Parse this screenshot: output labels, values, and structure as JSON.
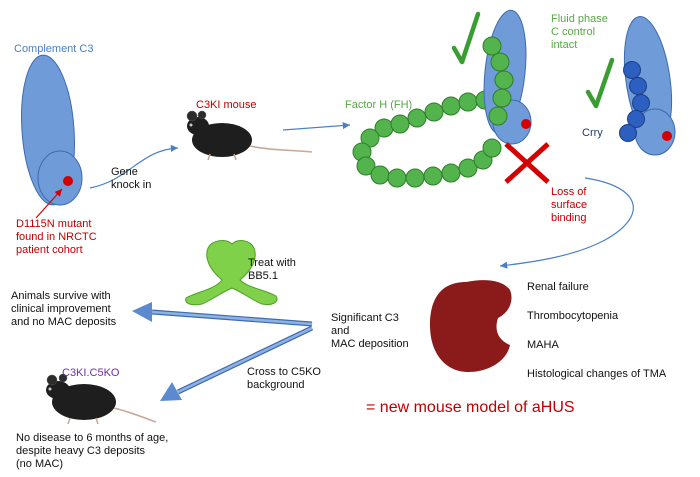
{
  "colors": {
    "c3_protein": "#6f9bd8",
    "c3_outline": "#3d6bb0",
    "mutation_dot": "#d40000",
    "factor_h_bead": "#53b34c",
    "crry_bead": "#2d5fc0",
    "kidney": "#8b1a1a",
    "cross_mark": "#d40000",
    "check_mark": "#3a9d32",
    "antibody": "#7fd14a",
    "label_blue": "#4a80c4",
    "label_red": "#c00000",
    "label_green": "#56a845",
    "label_purple": "#7030a0"
  },
  "icons": [
    "mouse-image",
    "kidney-shape",
    "antibody-shape",
    "check-mark-icon",
    "cross-mark-icon"
  ],
  "labels": {
    "complement_c3": "Complement C3",
    "d1115n": "D1115N mutant\nfound in NRCTC\npatient cohort",
    "gene_knock_in": "Gene\nknock in",
    "c3ki_mouse": "C3KI mouse",
    "factor_h": "Factor H (FH)",
    "fluid_phase": "Fluid phase\nC control\nintact",
    "crry": "Crry",
    "loss_binding": "Loss of\nsurface\nbinding",
    "treat_bb51": "Treat with\nBB5.1",
    "animals_survive": "Animals survive with\nclinical improvement\nand no MAC deposits",
    "significant_c3": "Significant C3\nand\nMAC deposition",
    "renal_failure": "Renal failure",
    "thrombocytopenia": "Thrombocytopenia",
    "maha": "MAHA",
    "histological": "Histological changes of TMA",
    "c3ki_c5ko": "C3KI.C5KO",
    "cross_c5ko": "Cross to C5KO\nbackground",
    "no_disease": "No disease to 6 months of age,\ndespite heavy C3 deposits\n(no MAC)",
    "new_model": "= new mouse model of aHUS"
  }
}
